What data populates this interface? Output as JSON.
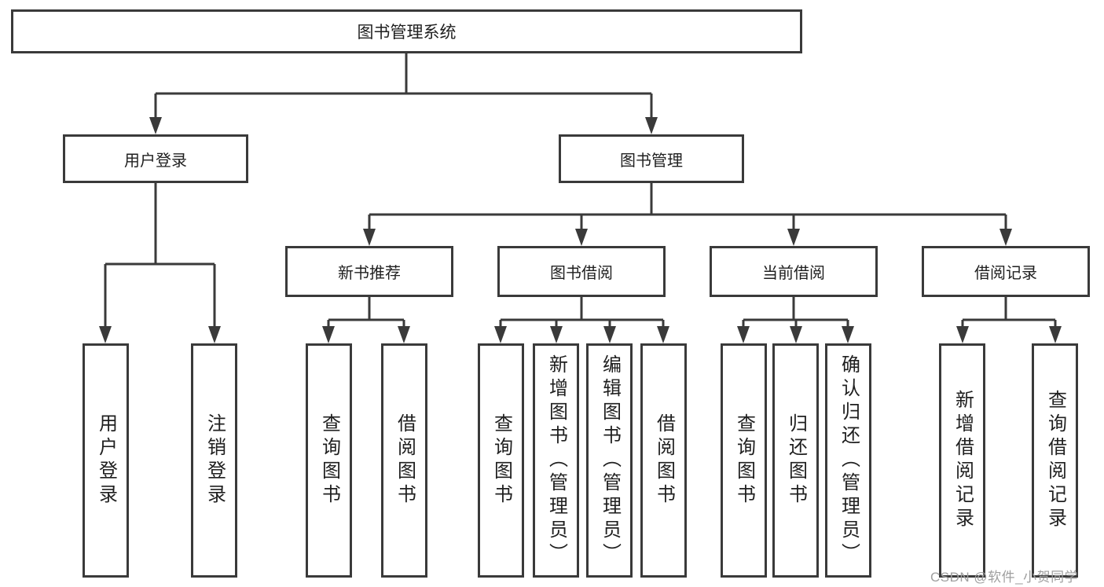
{
  "diagram": {
    "title": "图书管理系统",
    "branches": [
      {
        "label": "用户登录",
        "leaves": [
          "用户登录",
          "注销登录"
        ]
      },
      {
        "label": "图书管理",
        "groups": [
          {
            "label": "新书推荐",
            "leaves": [
              "查询图书",
              "借阅图书"
            ]
          },
          {
            "label": "图书借阅",
            "leaves": [
              "查询图书",
              "新增图书（管理员）",
              "编辑图书（管理员）",
              "借阅图书"
            ]
          },
          {
            "label": "当前借阅",
            "leaves": [
              "查询图书",
              "归还图书",
              "确认归还（管理员）"
            ]
          },
          {
            "label": "借阅记录",
            "leaves": [
              "新增借阅记录",
              "查询借阅记录"
            ]
          }
        ]
      }
    ]
  },
  "watermark": {
    "text": "CSDN @软件_小贺同学"
  },
  "colors": {
    "line": "#3a3a3a",
    "border": "#3a3a3a",
    "box_fill": "#ffffff",
    "text": "#1f1f1f",
    "watermark": "#9f9f9f",
    "background": "#ffffff"
  }
}
